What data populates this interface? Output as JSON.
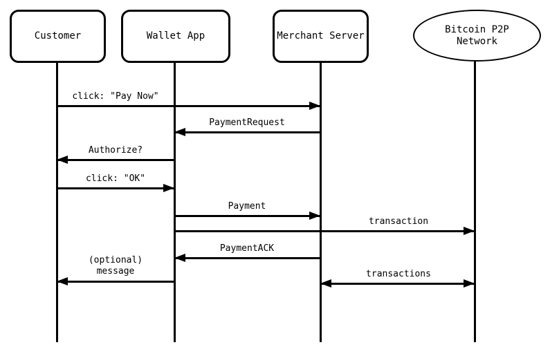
{
  "diagram": {
    "type": "sequence-diagram",
    "background_color": "#ffffff",
    "line_color": "#000000"
  },
  "actors": [
    {
      "id": "customer",
      "label": "Customer",
      "shape": "rounded-rect"
    },
    {
      "id": "wallet-app",
      "label": "Wallet App",
      "shape": "rounded-rect"
    },
    {
      "id": "merchant-server",
      "label": "Merchant Server",
      "shape": "rounded-rect"
    },
    {
      "id": "bitcoin-p2p",
      "label": "Bitcoin P2P\nNetwork",
      "shape": "ellipse"
    }
  ],
  "messages": [
    {
      "label": "click: \"Pay Now\"",
      "from": "customer",
      "to": "merchant-server",
      "direction": "right"
    },
    {
      "label": "PaymentRequest",
      "from": "merchant-server",
      "to": "wallet-app",
      "direction": "left"
    },
    {
      "label": "Authorize?",
      "from": "wallet-app",
      "to": "customer",
      "direction": "left"
    },
    {
      "label": "click: \"OK\"",
      "from": "customer",
      "to": "wallet-app",
      "direction": "right"
    },
    {
      "label": "Payment",
      "from": "wallet-app",
      "to": "merchant-server",
      "direction": "right"
    },
    {
      "label": "transaction",
      "from": "wallet-app",
      "to": "bitcoin-p2p",
      "direction": "right"
    },
    {
      "label": "PaymentACK",
      "from": "merchant-server",
      "to": "wallet-app",
      "direction": "left"
    },
    {
      "label": "(optional)\nmessage",
      "from": "wallet-app",
      "to": "customer",
      "direction": "left"
    },
    {
      "label": "transactions",
      "from": "merchant-server",
      "to": "bitcoin-p2p",
      "direction": "both"
    }
  ]
}
